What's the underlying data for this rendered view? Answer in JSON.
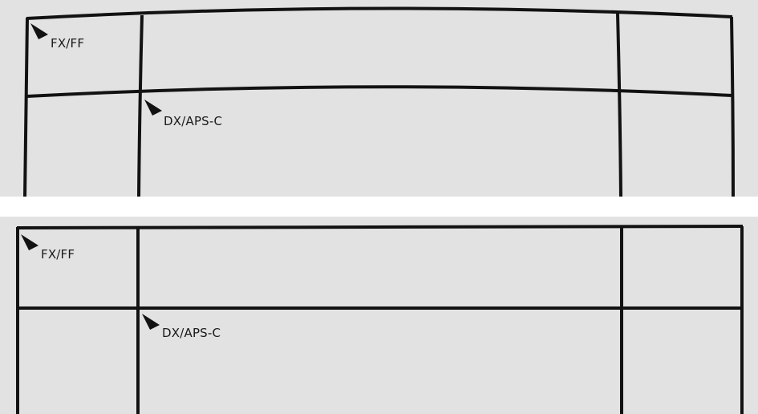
{
  "photos": [
    {
      "id": "distorted",
      "labels": {
        "full_frame": "FX/FF",
        "crop_frame": "DX/APS-C"
      }
    },
    {
      "id": "corrected",
      "labels": {
        "full_frame": "FX/FF",
        "crop_frame": "DX/APS-C"
      }
    }
  ],
  "colors": {
    "background": "#e2e2e2",
    "lines": "#121212",
    "separator": "#ffffff"
  }
}
